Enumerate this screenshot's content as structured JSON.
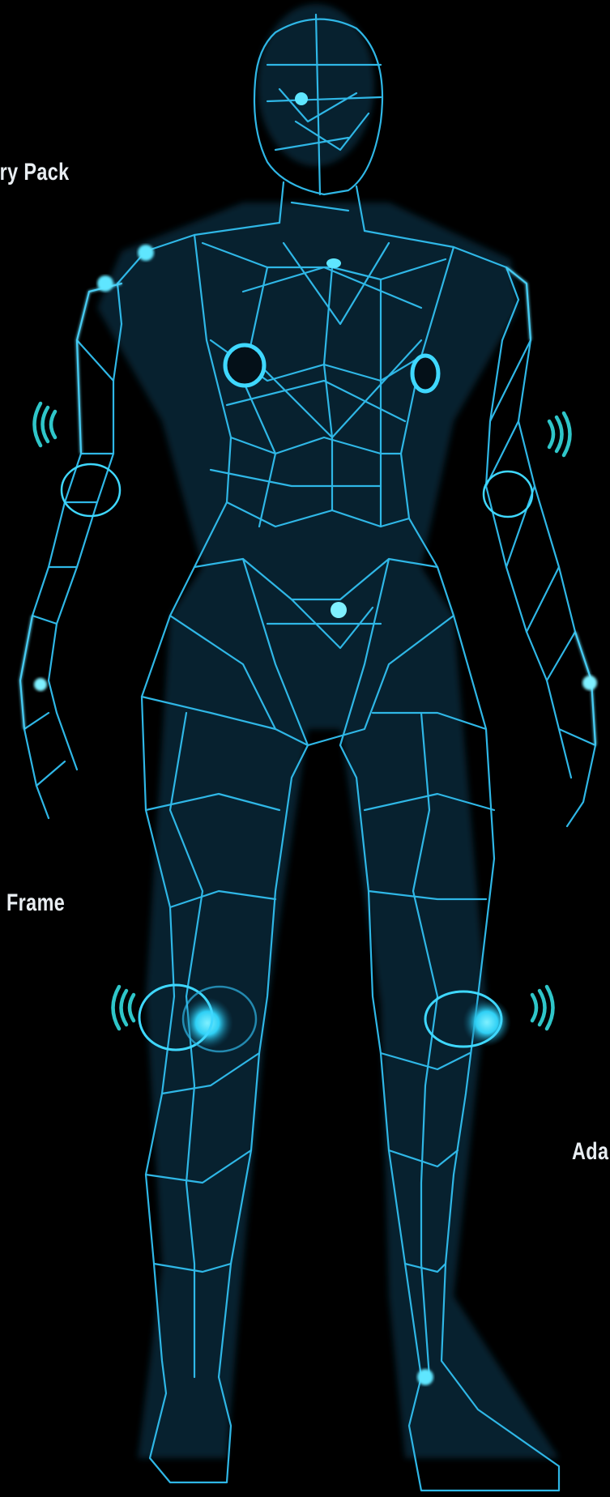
{
  "labels": {
    "battery": "tery Pack",
    "frame": "Frame",
    "adaptive": "Ada"
  },
  "colors": {
    "background": "#000000",
    "wire": "#2fb7e6",
    "glow": "#3fd8ff",
    "signal": "#2fc6c9",
    "label": "#e9eef2"
  },
  "icons": [
    "signal-waves-icon"
  ]
}
